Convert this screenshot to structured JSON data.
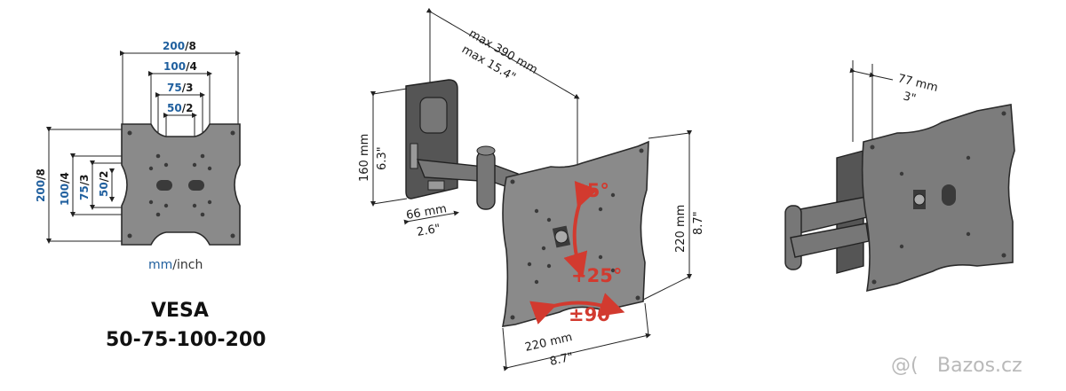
{
  "vesa_plate": {
    "h_dims": [
      {
        "mm": "200",
        "inch": "/8"
      },
      {
        "mm": "100",
        "inch": "/4"
      },
      {
        "mm": "75",
        "inch": "/3"
      },
      {
        "mm": "50",
        "inch": "/2"
      }
    ],
    "v_dims": [
      {
        "mm": "200",
        "inch": "/8"
      },
      {
        "mm": "100",
        "inch": "/4"
      },
      {
        "mm": "75",
        "inch": "/3"
      },
      {
        "mm": "50",
        "inch": "/2"
      }
    ],
    "units_mm": "mm",
    "units_inch": "/inch",
    "title": "VESA",
    "subtitle": "50-75-100-200"
  },
  "mount_front": {
    "arm_length_mm": "max 390 mm",
    "arm_length_in": "max 15.4\"",
    "wall_height_mm": "160 mm",
    "wall_height_in": "6.3\"",
    "wall_width_mm": "66 mm",
    "wall_width_in": "2.6\"",
    "plate_height_mm": "220 mm",
    "plate_height_in": "8.7\"",
    "plate_width_mm": "220 mm",
    "plate_width_in": "8.7\"",
    "tilt_up": "-5°",
    "tilt_down": "+25°",
    "swivel": "±90°"
  },
  "mount_side": {
    "depth_mm": "77 mm",
    "depth_in": "3\""
  },
  "watermark": "Bazos.cz",
  "colors": {
    "accent_blue": "#1f5f9e",
    "accent_red": "#d23a2f",
    "plate_gray": "#8a8a8a"
  }
}
